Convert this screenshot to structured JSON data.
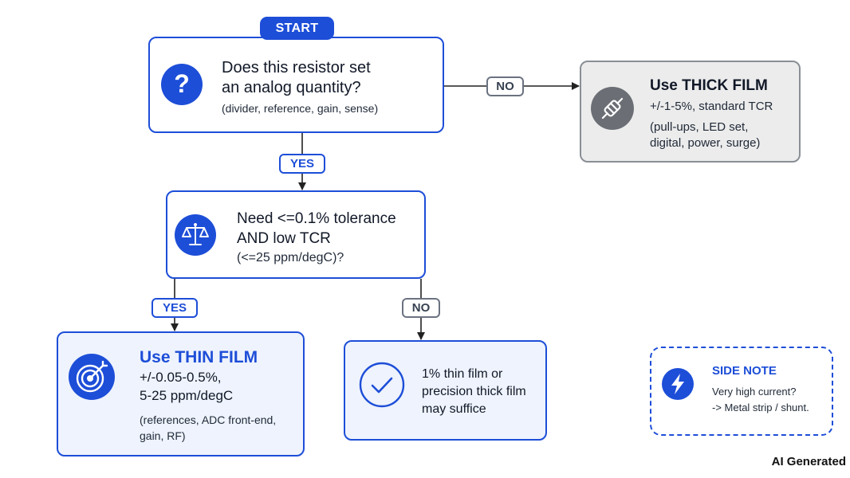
{
  "start": {
    "label": "START"
  },
  "q1": {
    "line1": "Does this resistor set",
    "line2": "an analog quantity?",
    "detail": "(divider, reference, gain, sense)",
    "icon": "question-icon"
  },
  "q2": {
    "line1": "Need  <=0.1% tolerance",
    "line2": "AND low TCR",
    "detail": "(<=25 ppm/degC)?",
    "icon": "scales-icon"
  },
  "thick_film": {
    "title": "Use THICK FILM",
    "spec": "+/-1-5%, standard TCR",
    "uses1": "(pull-ups, LED set,",
    "uses2": "digital, power, surge)",
    "icon": "resistor-icon"
  },
  "thin_film": {
    "title": "Use THIN FILM",
    "spec1": "+/-0.05-0.5%,",
    "spec2": "5-25 ppm/degC",
    "uses1": "(references, ADC front-end,",
    "uses2": "gain, RF)",
    "icon": "target-icon"
  },
  "alt": {
    "line1": "1% thin film or",
    "line2": "precision thick film",
    "line3": "may suffice",
    "icon": "check-icon"
  },
  "side_note": {
    "title": "SIDE NOTE",
    "line1": "Very high current?",
    "line2": "-> Metal strip / shunt.",
    "icon": "lightning-icon"
  },
  "labels": {
    "q1_no": "NO",
    "q1_yes": "YES",
    "q2_yes": "YES",
    "q2_no": "NO"
  },
  "watermark": "AI Generated",
  "colors": {
    "accent": "#1d4ed8",
    "grey_border": "#8a8f96",
    "grey_fill": "#ececec",
    "icon_grey": "#6b6f75",
    "highlight_fill": "#eef3fd"
  }
}
